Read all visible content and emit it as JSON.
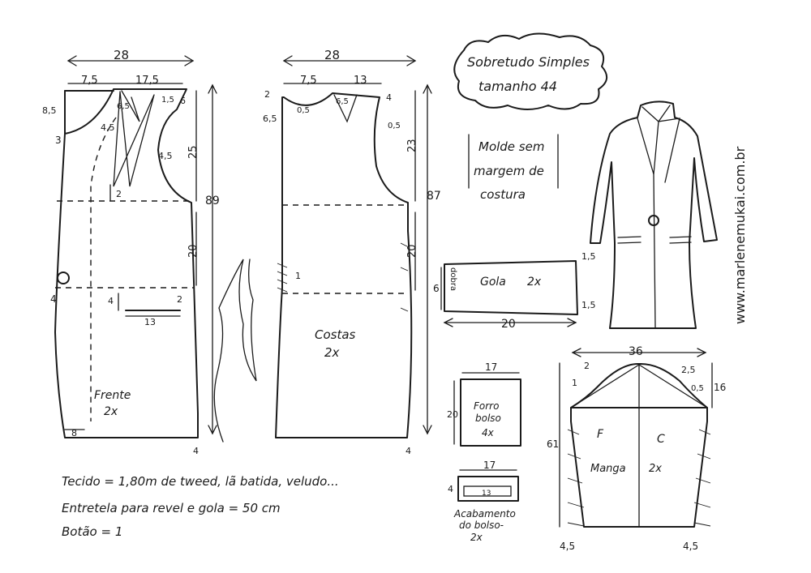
{
  "title": {
    "line1": "Sobretudo Simples",
    "line2": "tamanho 44"
  },
  "note": {
    "line1": "Molde sem",
    "line2": "margem de",
    "line3": "costura"
  },
  "website": "www.marlenemukai.com.br",
  "front": {
    "label": "Frente",
    "qty": "2x",
    "dims": {
      "top_width": "28",
      "neck_w": "7,5",
      "shoulder_w": "17,5",
      "neck_depth": "8,5",
      "mark_3": "3",
      "dart_a": "6,5",
      "dart_b": "1,5",
      "shoulder_drop": "6",
      "dart_side": "4,5",
      "armhole": "4,5",
      "dart_depth": "2",
      "armhole_depth": "25",
      "total_length": "89",
      "waist_to_pocket": "20",
      "button_offset": "4",
      "pocket_h": "4",
      "pocket_w": "13",
      "pocket_r": "2",
      "hem_w": "8",
      "hem_ext": "4"
    }
  },
  "back": {
    "label": "Costas",
    "qty": "2x",
    "dims": {
      "top_width": "28",
      "neck_w": "7,5",
      "shoulder_w": "13",
      "neck_rise": "2",
      "neck_small": "0,5",
      "neck_depth": "6,5",
      "dart": "6,5",
      "shoulder_drop": "4",
      "armhole": "0,5",
      "armhole_depth": "23",
      "total_length": "87",
      "waist_to_hip": "20",
      "side_1": "1",
      "hem_ext": "4"
    }
  },
  "collar": {
    "label": "Gola",
    "qty": "2x",
    "fold": "dobra",
    "height": "6",
    "width": "20",
    "top_r": "1,5",
    "bot_r": "1,5"
  },
  "lining": {
    "width": "17",
    "height": "20",
    "label1": "Forro",
    "label2": "bolso",
    "qty": "4x"
  },
  "pocket_finish": {
    "width": "17",
    "height": "4",
    "inner": "13",
    "label1": "Acabamento",
    "label2": "do bolso-",
    "qty": "2x"
  },
  "sleeve": {
    "top_width": "36",
    "cap_left": "2",
    "cap_right": "2,5",
    "mark_1": "1",
    "mark_05": "0,5",
    "cap_height": "16",
    "length": "61",
    "front": "F",
    "back": "C",
    "label": "Manga",
    "qty": "2x",
    "hem_left": "4,5",
    "hem_right": "4,5"
  },
  "materials": {
    "fabric": "Tecido = 1,80m de   tweed, lã batida, veludo...",
    "interfacing": "Entretela  para  revel e gola = 50 cm",
    "button": "Botão = 1"
  }
}
